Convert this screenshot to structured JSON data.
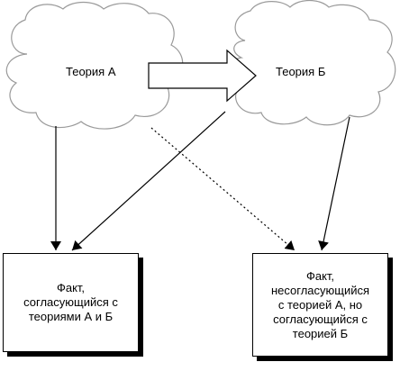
{
  "nodes": {
    "theory_a": {
      "label": "Теория А"
    },
    "theory_b": {
      "label": "Теория Б"
    },
    "fact_consistent": {
      "lines": [
        "Факт,",
        "согласующийся  с",
        "теориями А  и Б"
      ]
    },
    "fact_inconsistent": {
      "lines": [
        "Факт,",
        "несогласующийся",
        "с теорией А,  но",
        "согласующийся с",
        "теорией Б"
      ]
    }
  },
  "edges": [
    {
      "from": "theory_a",
      "to": "theory_b",
      "style": "block-arrow"
    },
    {
      "from": "theory_a",
      "to": "fact_consistent",
      "style": "solid"
    },
    {
      "from": "theory_b",
      "to": "fact_consistent",
      "style": "solid"
    },
    {
      "from": "theory_a",
      "to": "fact_inconsistent",
      "style": "dotted"
    },
    {
      "from": "theory_b",
      "to": "fact_inconsistent",
      "style": "solid"
    }
  ]
}
